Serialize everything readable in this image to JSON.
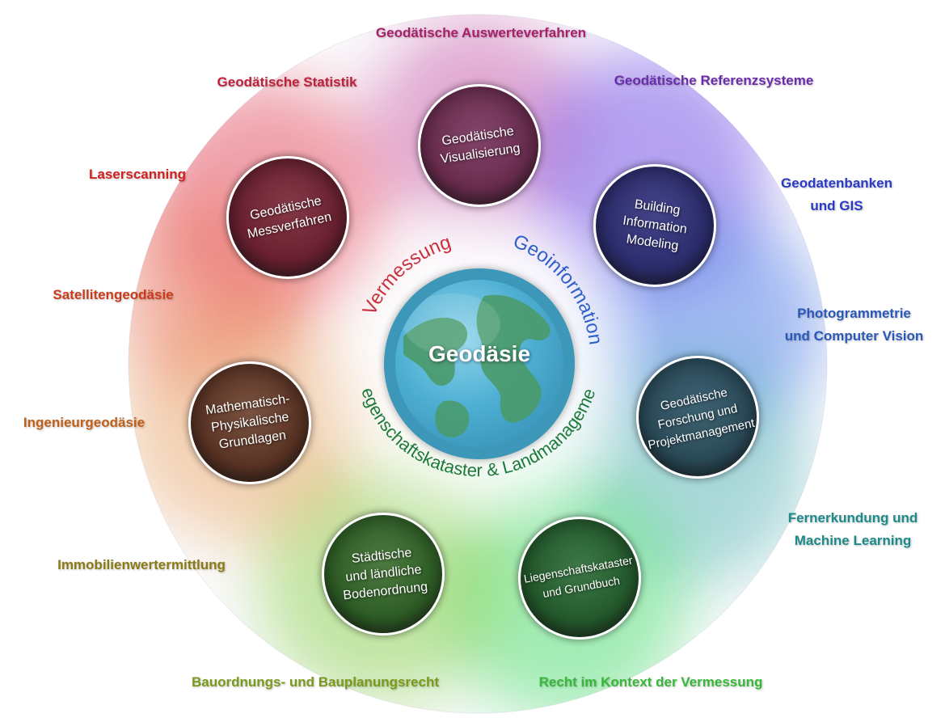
{
  "center": {
    "label": "Geodäsie",
    "color": "#3c97b9"
  },
  "arcs": {
    "vermessung": {
      "text": "Vermessung",
      "color": "#c8323c"
    },
    "geoinformation": {
      "text": "Geoinformation",
      "color": "#2f5fc8"
    },
    "liegenschaft": {
      "text": "Liegenschaftskataster & Landmanagement",
      "color": "#1e7a3a"
    }
  },
  "circles": {
    "visualisierung": {
      "text": "Geodätische\nVisualisierung",
      "color": "#6a2c4e"
    },
    "bim": {
      "text": "Building\nInformation\nModeling",
      "color": "#2c2d6e"
    },
    "messverfahren": {
      "text": "Geodätische\nMessverfahren",
      "color": "#6a2030"
    },
    "forschung": {
      "text": "Geodätische\nForschung und\nProjektmanagement",
      "color": "#2a4a58"
    },
    "grundlagen": {
      "text": "Mathematisch-\nPhysikalische\nGrundlagen",
      "color": "#5a3324"
    },
    "bodenordnung": {
      "text": "Städtische\nund ländliche\nBodenordnung",
      "color": "#2e5e26"
    },
    "grundbuch": {
      "text": "Liegenschaftskataster\nund Grundbuch",
      "color": "#245a2c"
    }
  },
  "outer": {
    "auswerteverfahren": {
      "text": "Geodätische Auswerteverfahren",
      "color": "#a8206a"
    },
    "statistik": {
      "text": "Geodätische Statistik",
      "color": "#c0203c"
    },
    "referenzsysteme": {
      "text": "Geodätische Referenzsysteme",
      "color": "#6a2caa"
    },
    "laserscanning": {
      "text": "Laserscanning",
      "color": "#d02020"
    },
    "geodatenbanken": {
      "text": "Geodatenbanken\nund GIS",
      "color": "#2a3ac8"
    },
    "satellitengeodaesie": {
      "text": "Satellitengeodäsie",
      "color": "#c83c1c"
    },
    "photogrammetrie": {
      "text": "Photogrammetrie\nund Computer Vision",
      "color": "#2a58b8"
    },
    "ingenieurgeodaesie": {
      "text": "Ingenieurgeodäsie",
      "color": "#c06018"
    },
    "fernerkundung": {
      "text": "Fernerkundung und\nMachine Learning",
      "color": "#1e8a8a"
    },
    "immobilien": {
      "text": "Immobilienwertermittlung",
      "color": "#8a7a14"
    },
    "bauordnung": {
      "text": "Bauordnungs- und Bauplanungsrecht",
      "color": "#7a9a1c"
    },
    "recht": {
      "text": "Recht im Kontext der Vermessung",
      "color": "#38b838"
    }
  }
}
